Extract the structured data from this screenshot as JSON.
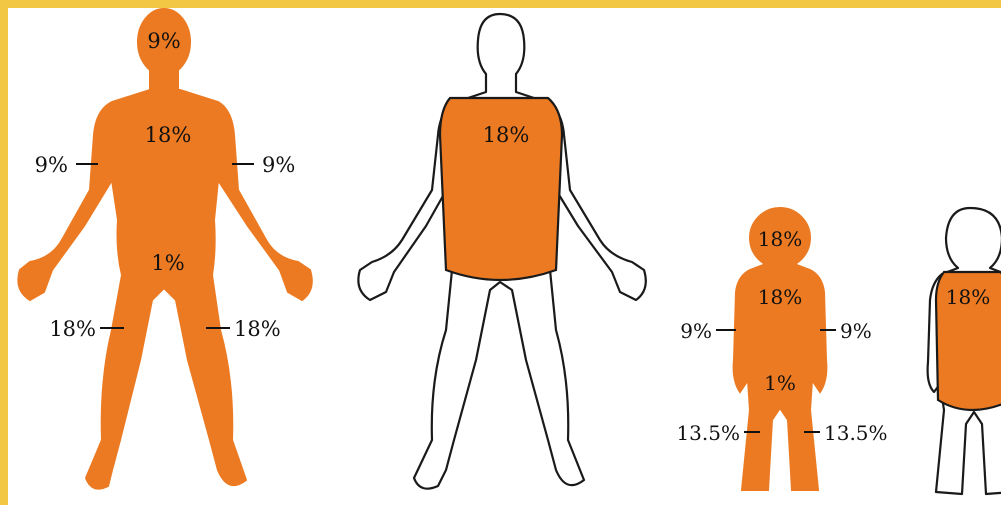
{
  "colors": {
    "accent": "#ec7a22",
    "frame": "#f2c744",
    "outline": "#1a1a1a"
  },
  "adult": {
    "head": "9%",
    "chest": "18%",
    "left_arm": "9%",
    "right_arm": "9%",
    "groin": "1%",
    "left_leg": "18%",
    "right_leg": "18%",
    "back": "18%"
  },
  "child": {
    "head": "18%",
    "chest": "18%",
    "left_arm": "9%",
    "right_arm": "9%",
    "groin": "1%",
    "left_leg": "13.5%",
    "right_leg": "13.5%",
    "back": "18%"
  }
}
